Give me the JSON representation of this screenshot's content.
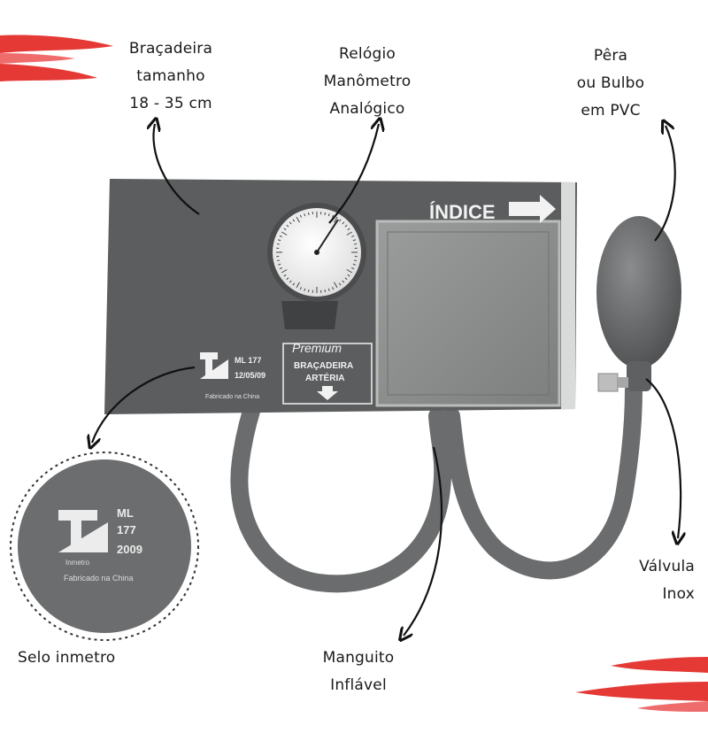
{
  "labels": {
    "cuff": {
      "line1": "Braçadeira",
      "line2": "tamanho",
      "line3": "18 - 35 cm"
    },
    "gauge": {
      "line1": "Relógio",
      "line2": "Manômetro",
      "line3": "Analógico"
    },
    "bulb": {
      "line1": "Pêra",
      "line2": "ou Bulbo",
      "line3": "em PVC"
    },
    "seal": {
      "line1": "Selo inmetro"
    },
    "hose": {
      "line1": "Manguito",
      "line2": "Inflável"
    },
    "valve": {
      "line1": "Válvula",
      "line2": "Inox"
    }
  },
  "cuff_print": {
    "index": "ÍNDICE",
    "brand": "Premium",
    "cuff_text_1": "BRAÇADEIRA",
    "cuff_text_2": "ARTÉRIA",
    "seal_code": "ML 177",
    "seal_date": "12/05/09",
    "made_in": "Fabricado na China"
  },
  "zoom_seal": {
    "line1": "ML",
    "line2": "177",
    "line3": "2009",
    "small1": "Inmetro",
    "small2": "Fabricado na China"
  },
  "colors": {
    "cuff": "#5b5d5e",
    "hose": "#6a6c6d",
    "accent_red": "#e53935",
    "panel": "#878a88"
  }
}
